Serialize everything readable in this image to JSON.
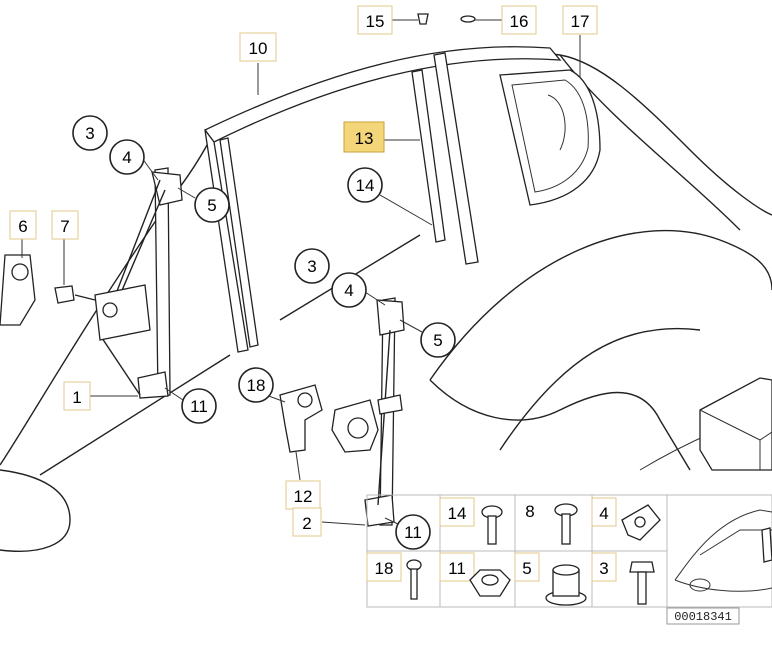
{
  "diagram": {
    "callouts": {
      "p1": "1",
      "p2": "2",
      "p3a": "3",
      "p3b": "3",
      "p4a": "4",
      "p4b": "4",
      "p5a": "5",
      "p5b": "5",
      "p6": "6",
      "p7": "7",
      "p10": "10",
      "p11a": "11",
      "p11b": "11",
      "p12": "12",
      "p13": "13",
      "p14": "14",
      "p15": "15",
      "p16": "16",
      "p17": "17",
      "p18": "18"
    },
    "legend": {
      "l14": "14",
      "l8": "8",
      "l4": "4",
      "l18": "18",
      "l11": "11",
      "l5": "5",
      "l3": "3"
    },
    "diagram_code": "00018341",
    "highlight_color": "#f3d67a"
  }
}
